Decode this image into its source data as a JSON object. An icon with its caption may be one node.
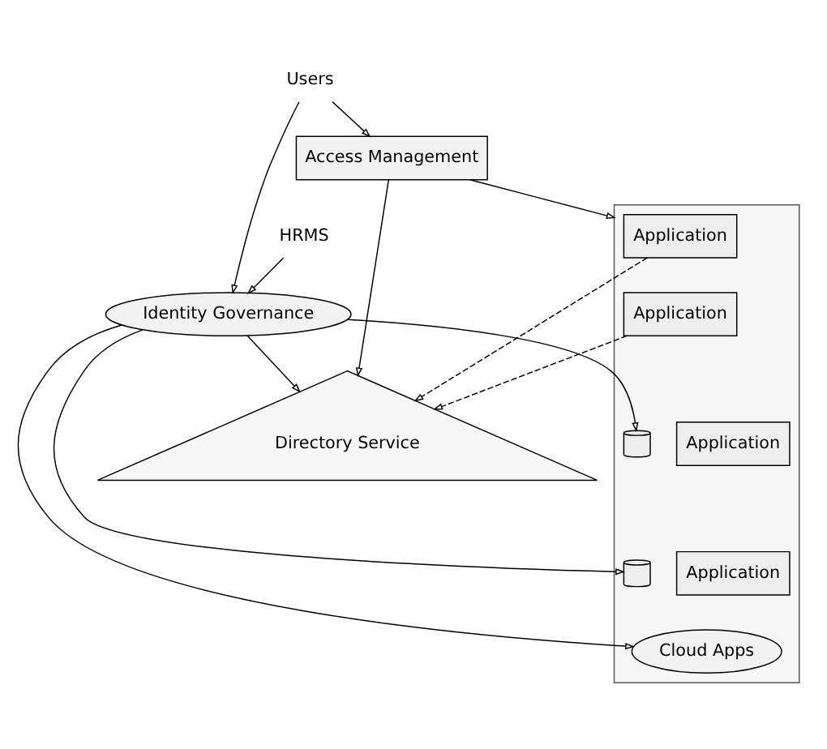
{
  "diagram": {
    "nodes": [
      {
        "text": [
          "Users"
        ]
      },
      {
        "text": [
          "HRMS"
        ]
      },
      {
        "text": [
          "Identity Governance"
        ]
      },
      {
        "text": [
          "Access Management"
        ]
      },
      {
        "text": [
          "Directory Service"
        ]
      },
      {
        "text": [],
        "shape": "box"
      },
      {
        "text": [
          "Application"
        ],
        "in": 5
      },
      {
        "text": [
          "Application"
        ],
        "in": 5
      },
      {
        "text": [
          "Application"
        ],
        "in": 5
      },
      {
        "text": [
          "Application"
        ],
        "in": 5
      },
      {
        "text": [
          "Cloud Apps"
        ],
        "in": 5
      },
      {
        "text": [],
        "shape": "cylinder",
        "in": 5
      },
      {
        "text": [],
        "shape": "cylinder",
        "in": 5
      }
    ],
    "edges": [
      {
        "from": 0,
        "to": 2,
        "arrow": "to"
      },
      {
        "from": 0,
        "to": 3,
        "arrow": "to"
      },
      {
        "from": 1,
        "to": 2,
        "arrow": "to"
      },
      {
        "from": 2,
        "to": 4,
        "arrow": "to"
      },
      {
        "from": 3,
        "to": 4,
        "arrow": "to"
      },
      {
        "from": 3,
        "to": 5,
        "arrow": "to"
      },
      {
        "from": 6,
        "to": 4,
        "arrow": "to",
        "style": "dashed"
      },
      {
        "from": 7,
        "to": 4,
        "arrow": "to",
        "style": "dashed"
      },
      {
        "from": 2,
        "to": 11,
        "arrow": "to"
      },
      {
        "from": 2,
        "to": 12,
        "arrow": "to"
      },
      {
        "from": 2,
        "to": 10,
        "arrow": "to"
      }
    ]
  }
}
